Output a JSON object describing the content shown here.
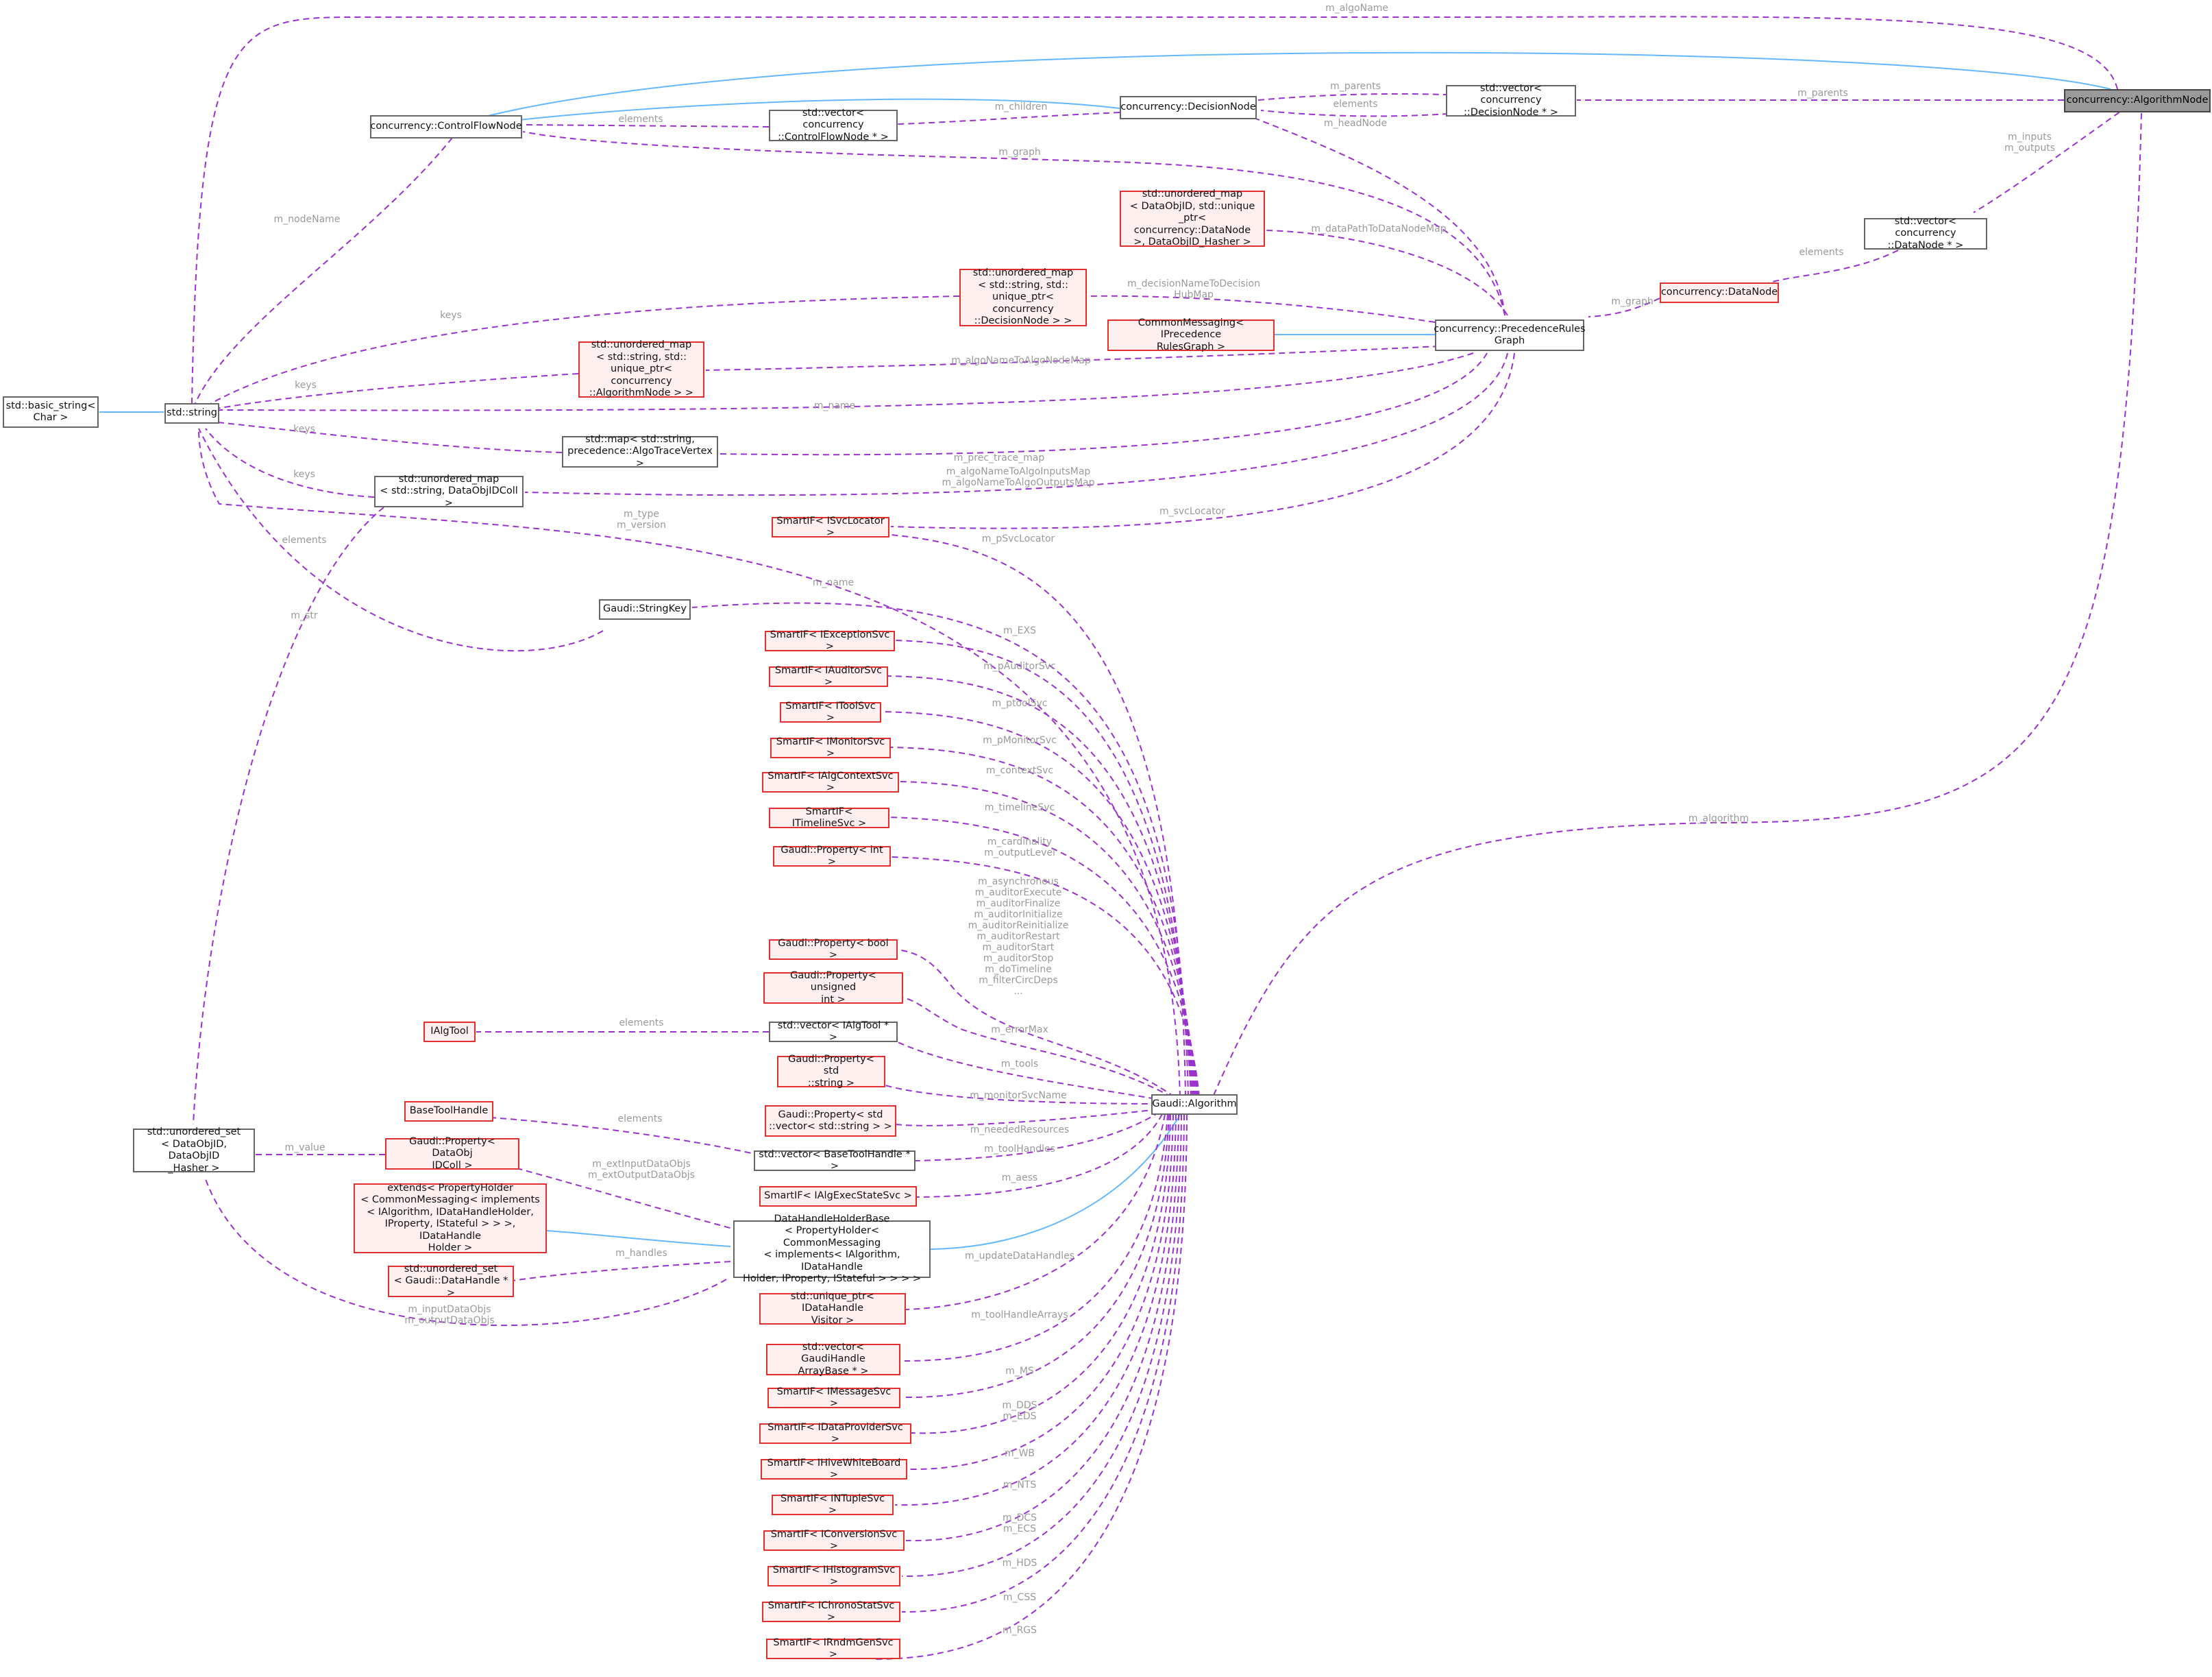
{
  "diagram": {
    "nodes": {
      "alg_node": "concurrency::AlgorithmNode",
      "vec_decision": "std::vector< concurrency\n::DecisionNode * >",
      "decision": "concurrency::DecisionNode",
      "vec_cfn": "std::vector< concurrency\n::ControlFlowNode * >",
      "cfn": "concurrency::ControlFlowNode",
      "basic_string": "std::basic_string<\nChar >",
      "std_string": "std::string",
      "umap_datanode": "std::unordered_map\n< DataObjID, std::unique\n_ptr< concurrency::DataNode\n>, DataObjID_Hasher >",
      "vec_datanode": "std::vector< concurrency\n::DataNode * >",
      "datanode": "concurrency::DataNode",
      "umap_decision": "std::unordered_map\n< std::string, std::\nunique_ptr< concurrency\n::DecisionNode > >",
      "cm_iprec": "CommonMessaging< IPrecedence\nRulesGraph >",
      "prg": "concurrency::PrecedenceRules\nGraph",
      "umap_algnode": "std::unordered_map\n< std::string, std::\nunique_ptr< concurrency\n::AlgorithmNode > >",
      "map_trace": "std::map< std::string,\nprecedence::AlgoTraceVertex >",
      "umap_idcoll": "std::unordered_map\n< std::string, DataObjIDColl >",
      "si_svcloc": "SmartIF< ISvcLocator >",
      "stringkey": "Gaudi::StringKey",
      "si_exc": "SmartIF< IExceptionSvc >",
      "si_aud": "SmartIF< IAuditorSvc >",
      "si_tool": "SmartIF< IToolSvc >",
      "si_mon": "SmartIF< IMonitorSvc >",
      "si_ctx": "SmartIF< IAlgContextSvc >",
      "si_time": "SmartIF< ITimelineSvc >",
      "prop_int": "Gaudi::Property< int >",
      "prop_bool": "Gaudi::Property< bool >",
      "prop_uint": "Gaudi::Property< unsigned\nint >",
      "ialgtool": "IAlgTool",
      "vec_ialgtool": "std::vector< IAlgTool * >",
      "prop_str": "Gaudi::Property< std\n::string >",
      "prop_vecstr": "Gaudi::Property< std\n::vector< std::string > >",
      "basetoolhandle": "BaseToolHandle",
      "uset_dataobj": "std::unordered_set\n< DataObjID, DataObjID\n_Hasher >",
      "prop_dataobj": "Gaudi::Property< DataObj\nIDColl >",
      "vec_basetool": "std::vector< BaseToolHandle * >",
      "algorithm": "Gaudi::Algorithm",
      "si_execstate": "SmartIF< IAlgExecStateSvc >",
      "extends": "extends< PropertyHolder\n< CommonMessaging< implements\n< IAlgorithm, IDataHandleHolder,\nIProperty, IStateful > > >, IDataHandle\nHolder >",
      "dhhb": "DataHandleHolderBase\n< PropertyHolder< CommonMessaging\n< implements< IAlgorithm, IDataHandle\nHolder, IProperty, IStateful > > > >",
      "uset_dh": "std::unordered_set\n< Gaudi::DataHandle * >",
      "uptr_visitor": "std::unique_ptr< IDataHandle\nVisitor >",
      "vec_arraybase": "std::vector< GaudiHandle\nArrayBase * >",
      "si_msg": "SmartIF< IMessageSvc >",
      "si_dataprov": "SmartIF< IDataProviderSvc >",
      "si_hive": "SmartIF< IHiveWhiteBoard >",
      "si_ntuple": "SmartIF< INTupleSvc >",
      "si_conv": "SmartIF< IConversionSvc >",
      "si_hist": "SmartIF< IHistogramSvc >",
      "si_chrono": "SmartIF< IChronoStatSvc >",
      "si_rndm": "SmartIF< IRndmGenSvc >"
    },
    "edge_labels": {
      "m_algoName": "m_algoName",
      "m_parents_an": "m_parents",
      "m_parents_dn": "m_parents",
      "elements_dn": "elements",
      "m_children": "m_children",
      "elements_cfn": "elements",
      "m_graph_cfn": "m_graph",
      "m_headNode": "m_headNode",
      "m_inputs_outputs": "m_inputs\nm_outputs",
      "elements_datanode": "elements",
      "m_nodeName": "m_nodeName",
      "m_dataPathToDataNodeMap": "m_dataPathToDataNodeMap",
      "m_decisionNameToDecisionHubMap": "m_decisionNameToDecision\nHubMap",
      "m_graph_dn": "m_graph",
      "keys_1": "keys",
      "m_algoNameToAlgoNodeMap": "m_algoNameToAlgoNodeMap",
      "keys_2": "keys",
      "m_name_prg": "m_name",
      "keys_3": "keys",
      "m_prec_trace_map": "m_prec_trace_map",
      "m_algoNameToAlgoInOut": "m_algoNameToAlgoInputsMap\nm_algoNameToAlgoOutputsMap",
      "keys_4": "keys",
      "m_svcLocator": "m_svcLocator",
      "elements_idcoll": "elements",
      "m_type_version": "m_type\nm_version",
      "m_pSvcLocator": "m_pSvcLocator",
      "m_name_alg": "m_name",
      "m_str": "m_str",
      "m_algorithm": "m_algorithm",
      "m_EXS": "m_EXS",
      "m_pAuditorSvc": "m_pAuditorSvc",
      "m_ptoolSvc": "m_ptoolSvc",
      "m_pMonitorSvc": "m_pMonitorSvc",
      "m_contextSvc": "m_contextSvc",
      "m_timelineSvc": "m_timelineSvc",
      "m_cardinality": "m_cardinality\nm_outputLevel",
      "m_bool_props": "m_asynchronous\nm_auditorExecute\nm_auditorFinalize\nm_auditorInitialize\nm_auditorReinitialize\nm_auditorRestart\nm_auditorStart\nm_auditorStop\nm_doTimeline\nm_filterCircDeps\n...",
      "m_errorMax": "m_errorMax",
      "elements_ialgtool": "elements",
      "m_tools": "m_tools",
      "m_monitorSvcName": "m_monitorSvcName",
      "elements_basetool": "elements",
      "m_neededResources": "m_neededResources",
      "m_value": "m_value",
      "m_toolHandles": "m_toolHandles",
      "m_extInOut": "m_extInputDataObjs\nm_extOutputDataObjs",
      "m_aess": "m_aess",
      "m_handles": "m_handles",
      "m_updateDataHandles": "m_updateDataHandles",
      "m_inOutDataObjs": "m_inputDataObjs\nm_outputDataObjs",
      "m_toolHandleArrays": "m_toolHandleArrays",
      "m_MS": "m_MS",
      "m_DDS_EDS": "m_DDS\nm_EDS",
      "m_WB": "m_WB",
      "m_NTS": "m_NTS",
      "m_DCS_ECS": "m_DCS\nm_ECS",
      "m_HDS": "m_HDS",
      "m_CSS": "m_CSS",
      "m_RGS": "m_RGS"
    },
    "colors": {
      "usage_edge": "#9a32cd",
      "inheritance_edge": "#63b8ff",
      "normal_border": "#666666",
      "incomplete_border": "#e03030",
      "incomplete_fill": "#fff0f0",
      "highlight_fill": "#9a9a9a",
      "label_text": "#9a9a9a"
    }
  }
}
